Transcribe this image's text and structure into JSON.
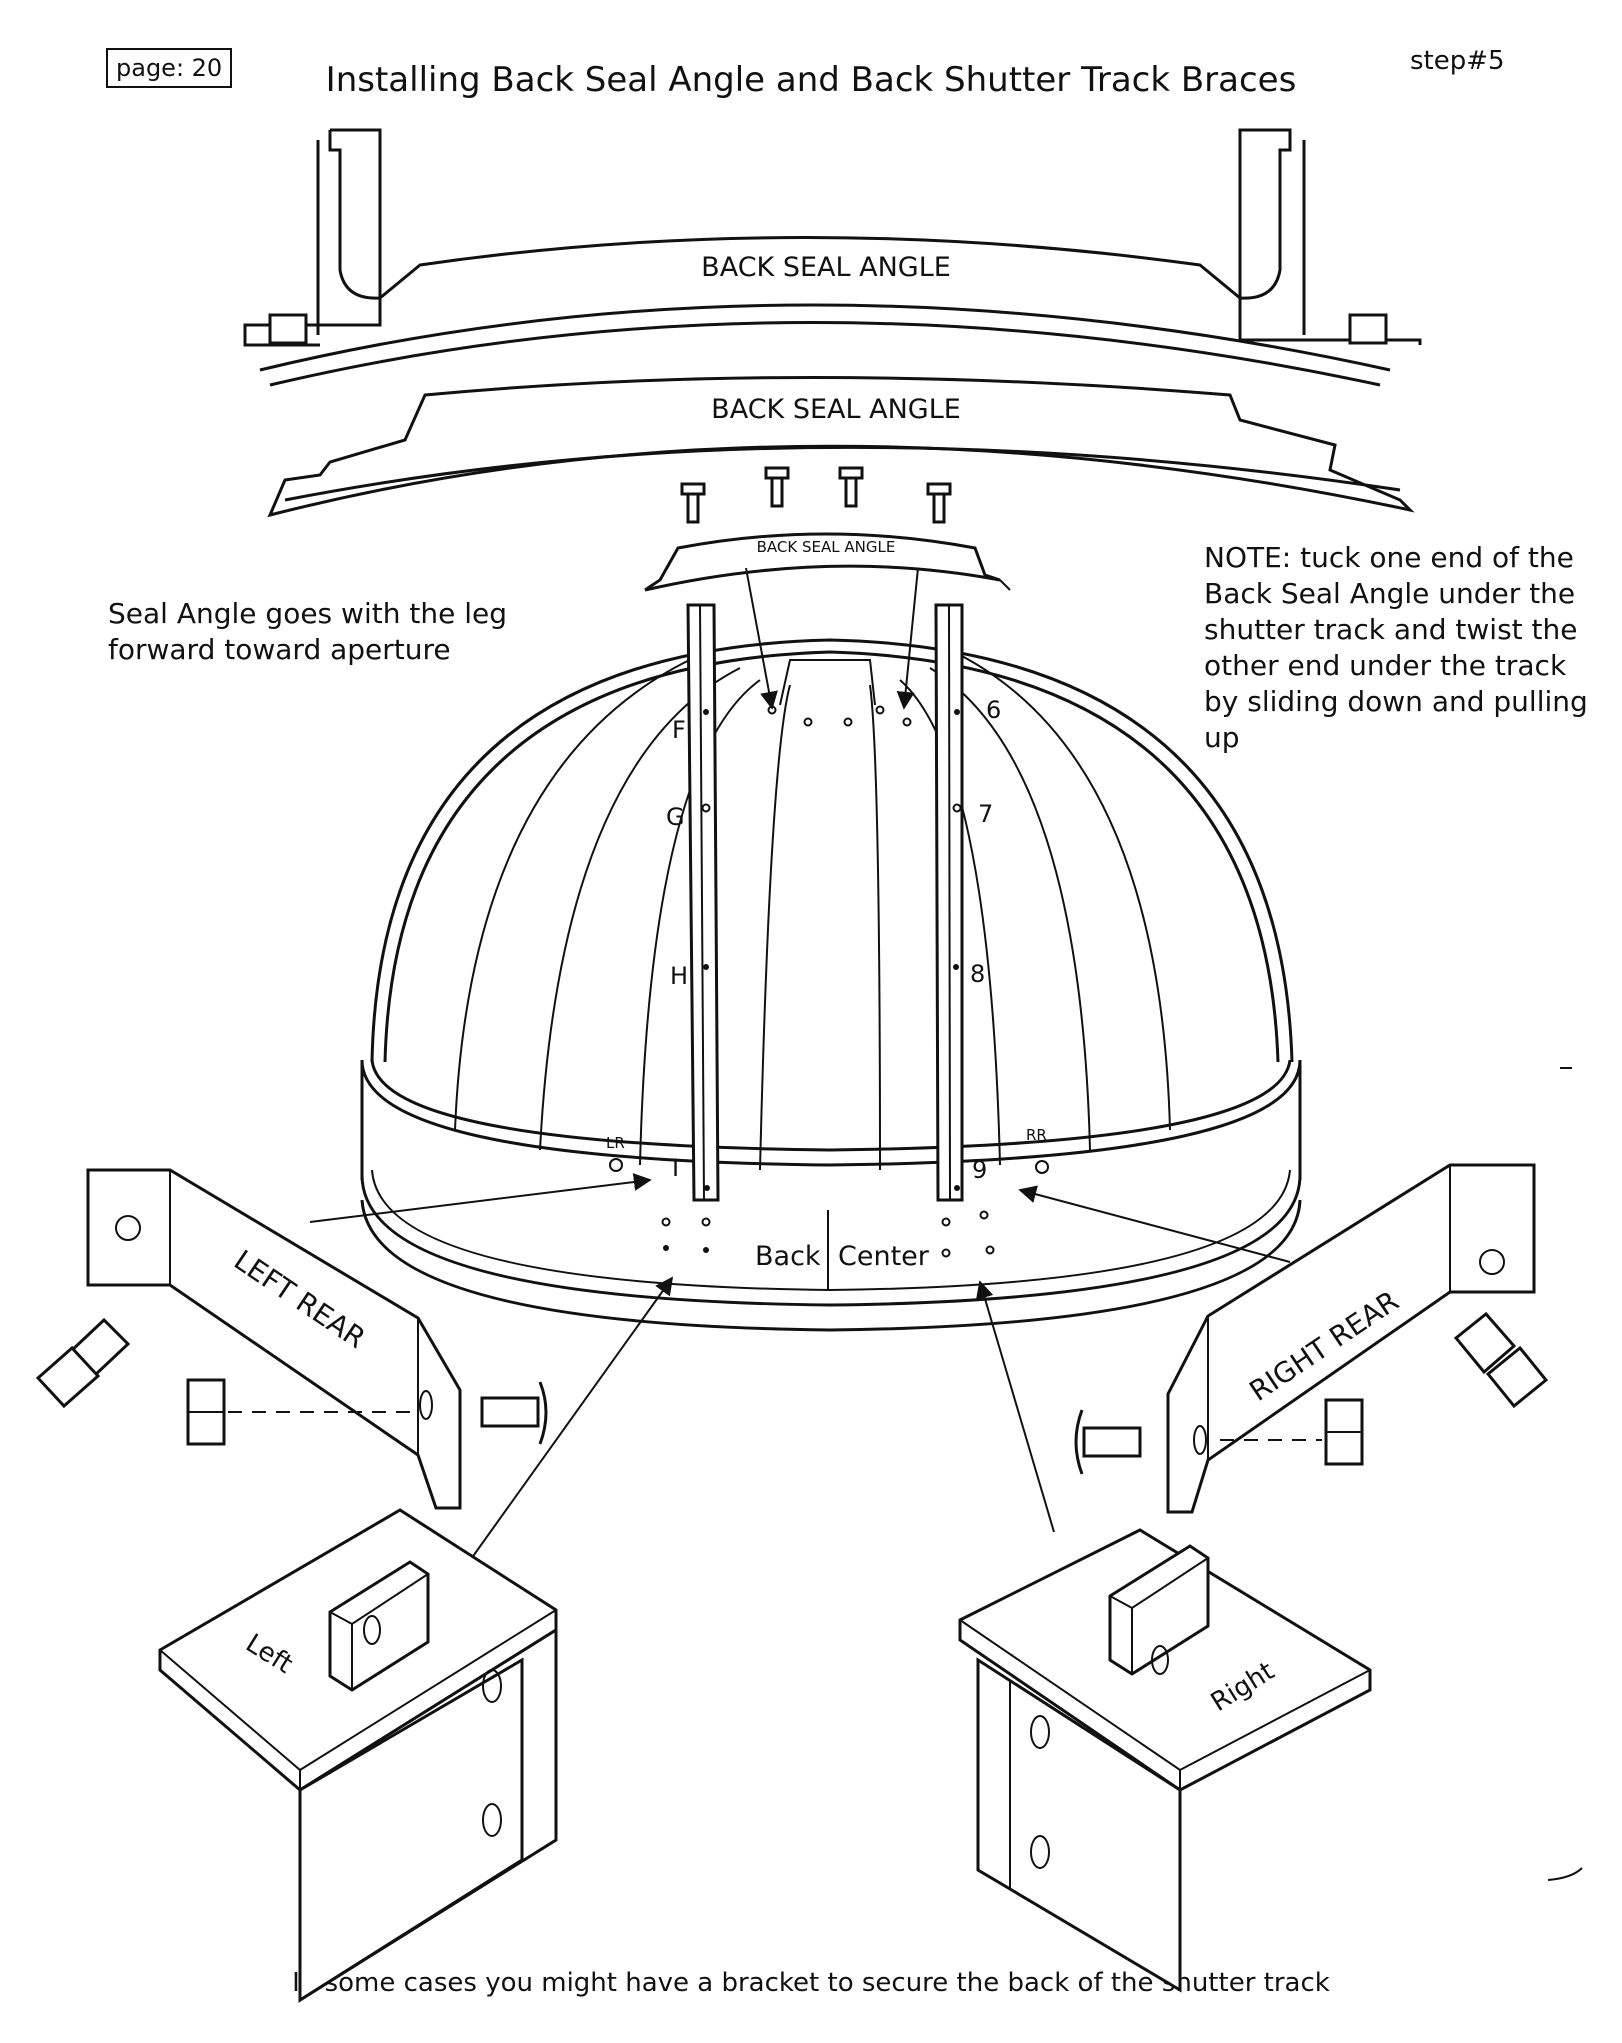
{
  "header": {
    "page_label": "page: 20",
    "title": "Installing Back Seal Angle and Back Shutter Track Braces",
    "step": "step#5"
  },
  "labels": {
    "back_seal_angle_1": "BACK SEAL ANGLE",
    "back_seal_angle_2": "BACK SEAL ANGLE",
    "back_seal_angle_small": "BACK SEAL ANGLE",
    "left_rear": "LEFT REAR",
    "right_rear": "RIGHT REAR",
    "back": "Back",
    "center": "Center",
    "left_bracket": "Left",
    "right_bracket": "Right",
    "lr": "LR",
    "rr": "RR",
    "track_left": [
      "F",
      "G",
      "H",
      "I"
    ],
    "track_right": [
      "6",
      "7",
      "8",
      "9"
    ]
  },
  "notes": {
    "seal_angle": "Seal Angle goes with the leg forward toward aperture",
    "tuck": "NOTE: tuck one end of the Back Seal Angle under the shutter track and twist the other end under the track by sliding down and pulling up"
  },
  "caption": "In some cases you might have a bracket to secure the back of the shutter track",
  "colors": {
    "ink": "#111111",
    "paper": "#ffffff"
  }
}
